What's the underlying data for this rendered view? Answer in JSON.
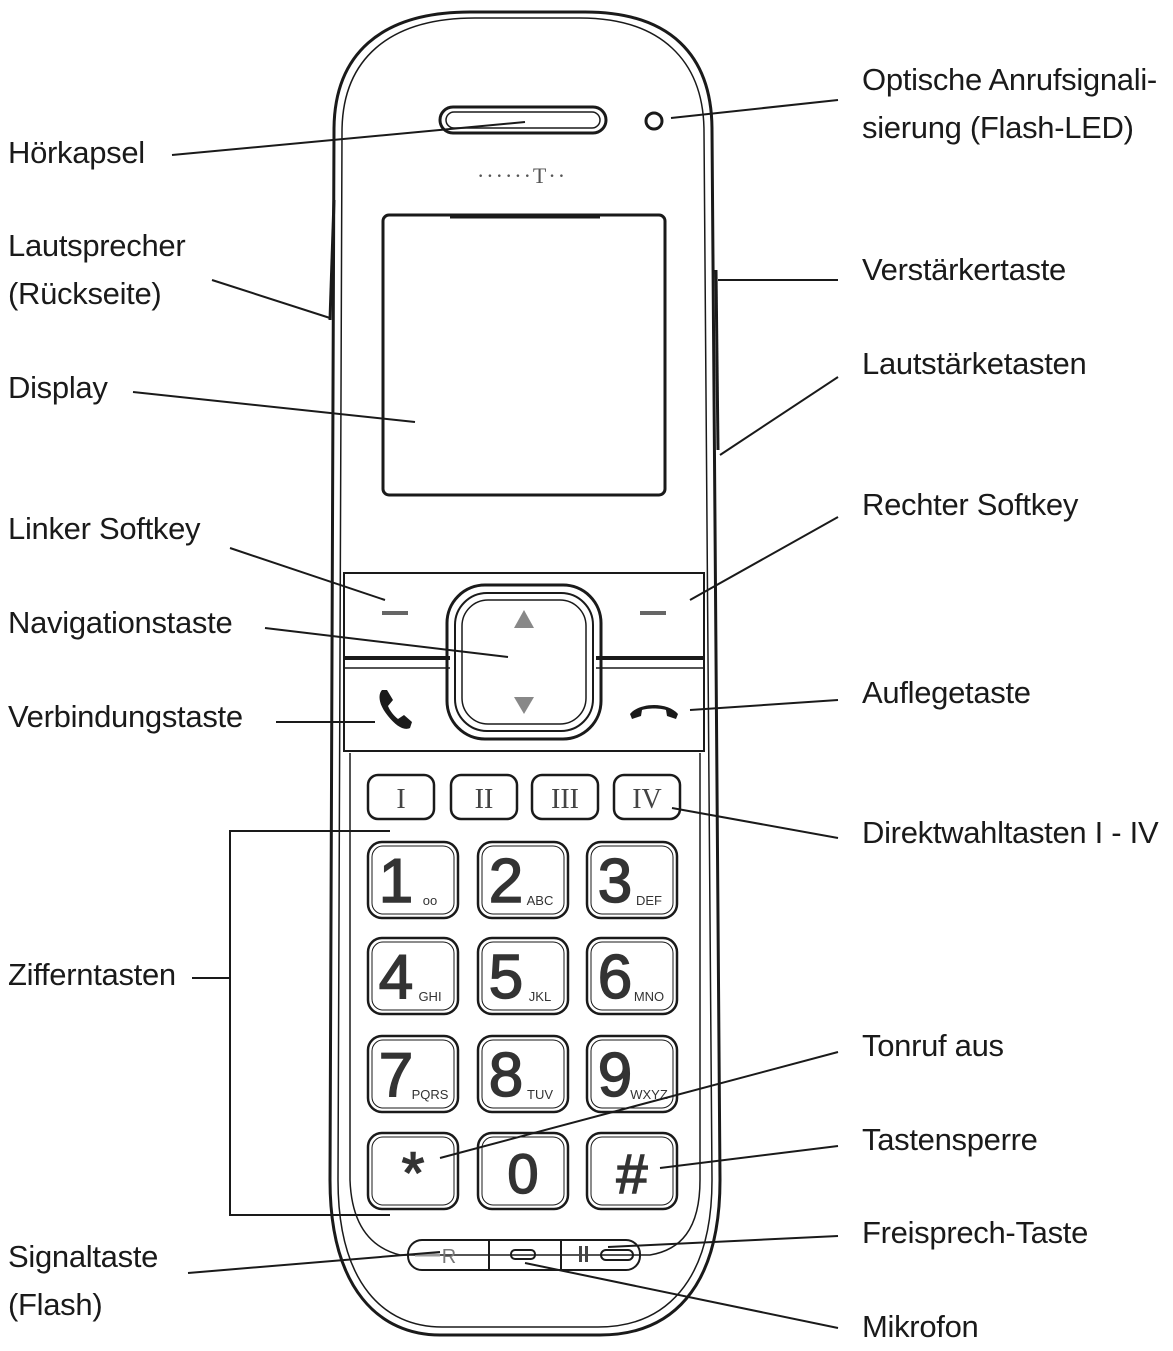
{
  "labels": {
    "hoerkapsel": "Hörkapsel",
    "lautsprecher": [
      "Lautsprecher",
      "(Rückseite)"
    ],
    "display": "Display",
    "linker_softkey": "Linker Softkey",
    "navigationstaste": "Navigationstaste",
    "verbindungstaste": "Verbindungstaste",
    "zifferntasten": "Zifferntasten",
    "signaltaste": [
      "Signaltaste",
      "(Flash)"
    ],
    "flash_led": [
      "Optische Anrufsignali-",
      "sierung (Flash-LED)"
    ],
    "verstaerkertaste": "Verstärkertaste",
    "lautstaerketasten": "Lautstärketasten",
    "rechter_softkey": "Rechter Softkey",
    "auflegetaste": "Auflegetaste",
    "direktwahltasten": "Direktwahltasten I - IV",
    "tonruf_aus": "Tonruf aus",
    "tastensperre": "Tastensperre",
    "freisprech_taste": "Freisprech-Taste",
    "mikrofon": "Mikrofon"
  },
  "phone": {
    "logo": "······T··",
    "direct_keys": [
      "I",
      "II",
      "III",
      "IV"
    ],
    "keys": [
      {
        "digit": "1",
        "sub": "oo"
      },
      {
        "digit": "2",
        "sub": "ABC"
      },
      {
        "digit": "3",
        "sub": "DEF"
      },
      {
        "digit": "4",
        "sub": "GHI"
      },
      {
        "digit": "5",
        "sub": "JKL"
      },
      {
        "digit": "6",
        "sub": "MNO"
      },
      {
        "digit": "7",
        "sub": "PQRS"
      },
      {
        "digit": "8",
        "sub": "TUV"
      },
      {
        "digit": "9",
        "sub": "WXYZ"
      },
      {
        "digit": "*",
        "sub": ""
      },
      {
        "digit": "0",
        "sub": ""
      },
      {
        "digit": "#",
        "sub": ""
      }
    ],
    "r_key": "R",
    "colors": {
      "line": "#1a1a1a",
      "key_text": "#333333"
    }
  }
}
